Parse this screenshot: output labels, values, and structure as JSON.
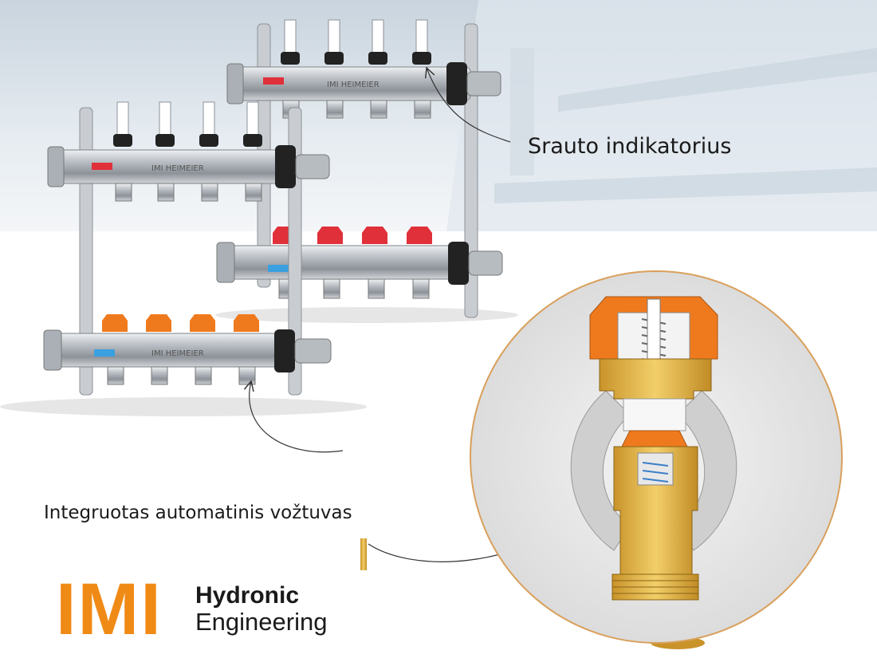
{
  "labels": {
    "flow_indicator": "Srauto indikatorius",
    "integrated_valve": "Integruotas automatinis vožtuvas"
  },
  "product_marking": "IMI HEIMEIER",
  "logo": {
    "mark": "IMI",
    "line1": "Hydronic",
    "line2": "Engineering"
  },
  "colors": {
    "brand_orange": "#f08a16",
    "cap_red": "#e0303a",
    "cap_orange": "#ef7a1e",
    "brass": "#e9bd4c",
    "steel": "#c4c8cc",
    "callout_line": "#333333"
  }
}
